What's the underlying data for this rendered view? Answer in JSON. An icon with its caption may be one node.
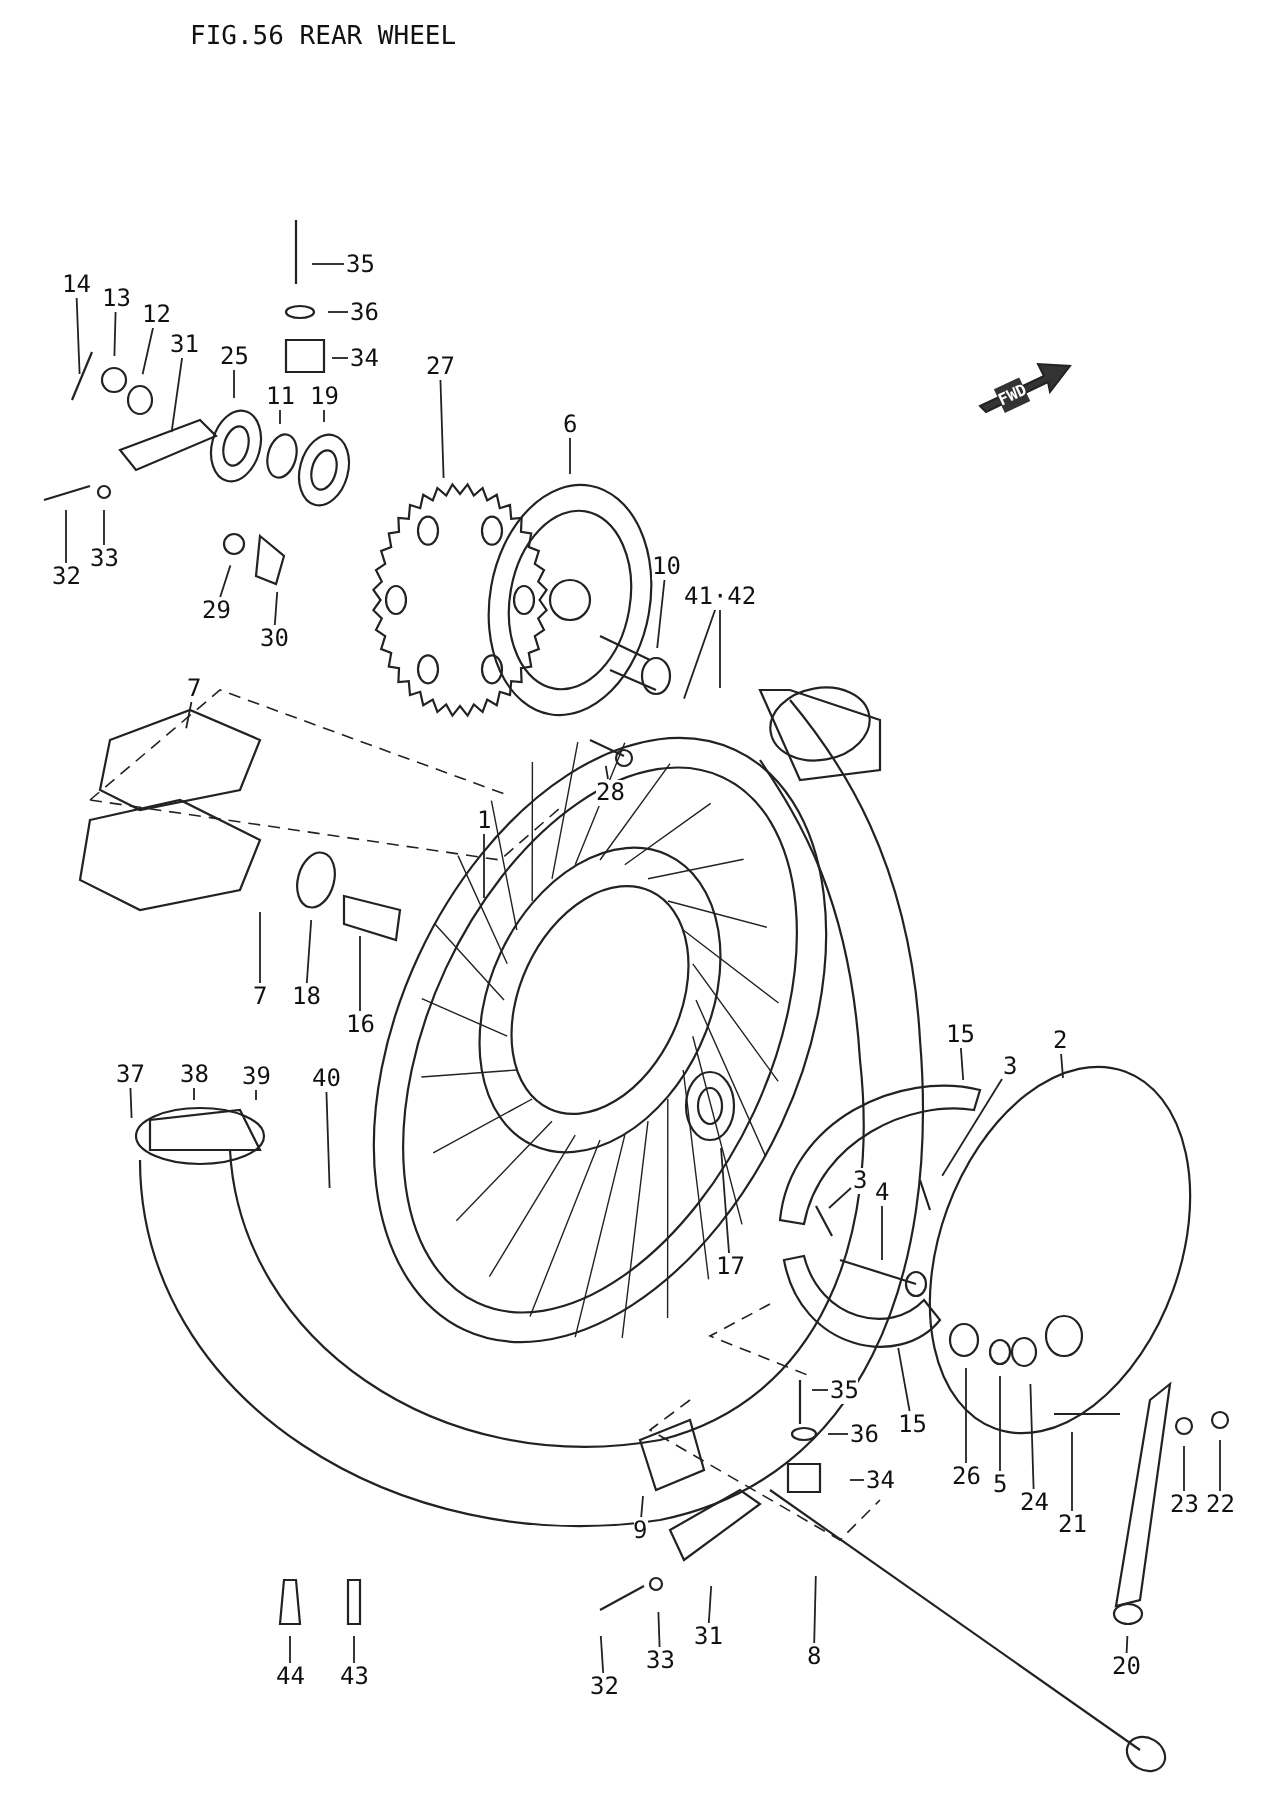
{
  "diagram": {
    "title": "FIG.56 REAR WHEEL",
    "nodes": [
      {
        "text": [
          "35"
        ]
      },
      {
        "text": [
          "36"
        ]
      },
      {
        "text": [
          "34"
        ]
      },
      {
        "text": [
          "14"
        ]
      },
      {
        "text": [
          "13"
        ]
      },
      {
        "text": [
          "12"
        ]
      },
      {
        "text": [
          "31"
        ]
      },
      {
        "text": [
          "25"
        ]
      },
      {
        "text": [
          "11"
        ]
      },
      {
        "text": [
          "19"
        ]
      },
      {
        "text": [
          "27"
        ]
      },
      {
        "text": [
          "6"
        ]
      },
      {
        "text": [
          "32"
        ]
      },
      {
        "text": [
          "33"
        ]
      },
      {
        "text": [
          "29"
        ]
      },
      {
        "text": [
          "30"
        ]
      },
      {
        "text": [
          "10"
        ]
      },
      {
        "text": [
          "41·42"
        ]
      },
      {
        "text": [
          "28"
        ]
      },
      {
        "text": [
          "1"
        ]
      },
      {
        "text": [
          "7"
        ]
      },
      {
        "text": [
          "7"
        ]
      },
      {
        "text": [
          "18"
        ]
      },
      {
        "text": [
          "16"
        ]
      },
      {
        "text": [
          "37"
        ]
      },
      {
        "text": [
          "38"
        ]
      },
      {
        "text": [
          "39"
        ]
      },
      {
        "text": [
          "40"
        ]
      },
      {
        "text": [
          "17"
        ]
      },
      {
        "text": [
          "15"
        ]
      },
      {
        "text": [
          "3"
        ]
      },
      {
        "text": [
          "2"
        ]
      },
      {
        "text": [
          "3"
        ]
      },
      {
        "text": [
          "4"
        ]
      },
      {
        "text": [
          "15"
        ]
      },
      {
        "text": [
          "35"
        ]
      },
      {
        "text": [
          "36"
        ]
      },
      {
        "text": [
          "34"
        ]
      },
      {
        "text": [
          "26"
        ]
      },
      {
        "text": [
          "5"
        ]
      },
      {
        "text": [
          "24"
        ]
      },
      {
        "text": [
          "21"
        ]
      },
      {
        "text": [
          "23"
        ]
      },
      {
        "text": [
          "22"
        ]
      },
      {
        "text": [
          "9"
        ]
      },
      {
        "text": [
          "31"
        ]
      },
      {
        "text": [
          "33"
        ]
      },
      {
        "text": [
          "32"
        ]
      },
      {
        "text": [
          "8"
        ]
      },
      {
        "text": [
          "20"
        ]
      },
      {
        "text": [
          "44"
        ]
      },
      {
        "text": [
          "43"
        ]
      }
    ],
    "edges": [
      {
        "from": 0,
        "to": null,
        "arrow": "none"
      },
      {
        "from": 1,
        "to": null,
        "arrow": "none"
      },
      {
        "from": 2,
        "to": null,
        "arrow": "none"
      },
      {
        "from": 3,
        "to": null,
        "arrow": "none"
      },
      {
        "from": 4,
        "to": null,
        "arrow": "none"
      },
      {
        "from": 5,
        "to": null,
        "arrow": "none"
      },
      {
        "from": 6,
        "to": null,
        "arrow": "none"
      },
      {
        "from": 7,
        "to": null,
        "arrow": "none"
      },
      {
        "from": 8,
        "to": null,
        "arrow": "none"
      },
      {
        "from": 9,
        "to": null,
        "arrow": "none"
      },
      {
        "from": 10,
        "to": null,
        "arrow": "none"
      },
      {
        "from": 11,
        "to": null,
        "arrow": "none"
      },
      {
        "from": 12,
        "to": null,
        "arrow": "none"
      },
      {
        "from": 13,
        "to": null,
        "arrow": "none"
      },
      {
        "from": 14,
        "to": null,
        "arrow": "none"
      },
      {
        "from": 15,
        "to": null,
        "arrow": "none"
      },
      {
        "from": 16,
        "to": null,
        "arrow": "none"
      },
      {
        "from": 17,
        "to": null,
        "arrow": "none"
      },
      {
        "from": 17,
        "to": null,
        "arrow": "none"
      },
      {
        "from": 18,
        "to": null,
        "arrow": "none"
      },
      {
        "from": 19,
        "to": null,
        "arrow": "none"
      },
      {
        "from": 20,
        "to": null,
        "arrow": "none"
      },
      {
        "from": 21,
        "to": null,
        "arrow": "none"
      },
      {
        "from": 22,
        "to": null,
        "arrow": "none"
      },
      {
        "from": 23,
        "to": null,
        "arrow": "none"
      },
      {
        "from": 24,
        "to": null,
        "arrow": "none"
      },
      {
        "from": 25,
        "to": null,
        "arrow": "none"
      },
      {
        "from": 26,
        "to": null,
        "arrow": "none"
      },
      {
        "from": 27,
        "to": null,
        "arrow": "none"
      },
      {
        "from": 28,
        "to": null,
        "arrow": "none"
      },
      {
        "from": 29,
        "to": null,
        "arrow": "none"
      },
      {
        "from": 30,
        "to": null,
        "arrow": "none"
      },
      {
        "from": 31,
        "to": null,
        "arrow": "none"
      },
      {
        "from": 32,
        "to": null,
        "arrow": "none"
      },
      {
        "from": 33,
        "to": null,
        "arrow": "none"
      },
      {
        "from": 34,
        "to": null,
        "arrow": "none"
      },
      {
        "from": 35,
        "to": null,
        "arrow": "none"
      },
      {
        "from": 36,
        "to": null,
        "arrow": "none"
      },
      {
        "from": 37,
        "to": null,
        "arrow": "none"
      },
      {
        "from": 38,
        "to": null,
        "arrow": "none"
      },
      {
        "from": 39,
        "to": null,
        "arrow": "none"
      },
      {
        "from": 40,
        "to": null,
        "arrow": "none"
      },
      {
        "from": 41,
        "to": null,
        "arrow": "none"
      },
      {
        "from": 42,
        "to": null,
        "arrow": "none"
      },
      {
        "from": 43,
        "to": null,
        "arrow": "none"
      },
      {
        "from": 44,
        "to": null,
        "arrow": "none"
      },
      {
        "from": 45,
        "to": null,
        "arrow": "none"
      },
      {
        "from": 46,
        "to": null,
        "arrow": "none"
      },
      {
        "from": 47,
        "to": null,
        "arrow": "none"
      },
      {
        "from": 48,
        "to": null,
        "arrow": "none"
      },
      {
        "from": 49,
        "to": null,
        "arrow": "none"
      },
      {
        "from": 50,
        "to": null,
        "arrow": "none"
      },
      {
        "from": 51,
        "to": null,
        "arrow": "none"
      }
    ],
    "labels": [
      "FWD"
    ]
  }
}
